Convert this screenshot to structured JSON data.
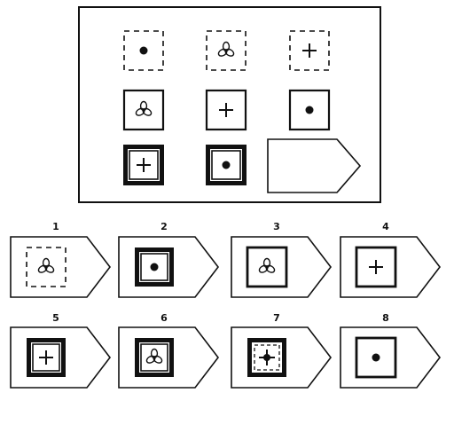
{
  "matrix": {
    "rows": [
      [
        {
          "frame": "dashed",
          "symbol": "dot"
        },
        {
          "frame": "dashed",
          "symbol": "trefoil"
        },
        {
          "frame": "dashed",
          "symbol": "plus"
        }
      ],
      [
        {
          "frame": "thin",
          "symbol": "trefoil"
        },
        {
          "frame": "thin",
          "symbol": "plus"
        },
        {
          "frame": "thin",
          "symbol": "dot"
        }
      ],
      [
        {
          "frame": "double-thick",
          "symbol": "plus"
        },
        {
          "frame": "double-thick",
          "symbol": "dot"
        },
        {
          "frame": "blank-pentagon",
          "symbol": "none"
        }
      ]
    ]
  },
  "options": [
    {
      "number": "1",
      "frame": "dashed",
      "symbol": "trefoil"
    },
    {
      "number": "2",
      "frame": "double-thick",
      "symbol": "dot"
    },
    {
      "number": "3",
      "frame": "thin-medium",
      "symbol": "trefoil"
    },
    {
      "number": "4",
      "frame": "thin-medium",
      "symbol": "plus"
    },
    {
      "number": "5",
      "frame": "double-thick",
      "symbol": "plus"
    },
    {
      "number": "6",
      "frame": "double-thick",
      "symbol": "trefoil"
    },
    {
      "number": "7",
      "frame": "thick-with-dashed-inner",
      "symbol": "bold-plus"
    },
    {
      "number": "8",
      "frame": "thin-medium",
      "symbol": "dot"
    }
  ]
}
